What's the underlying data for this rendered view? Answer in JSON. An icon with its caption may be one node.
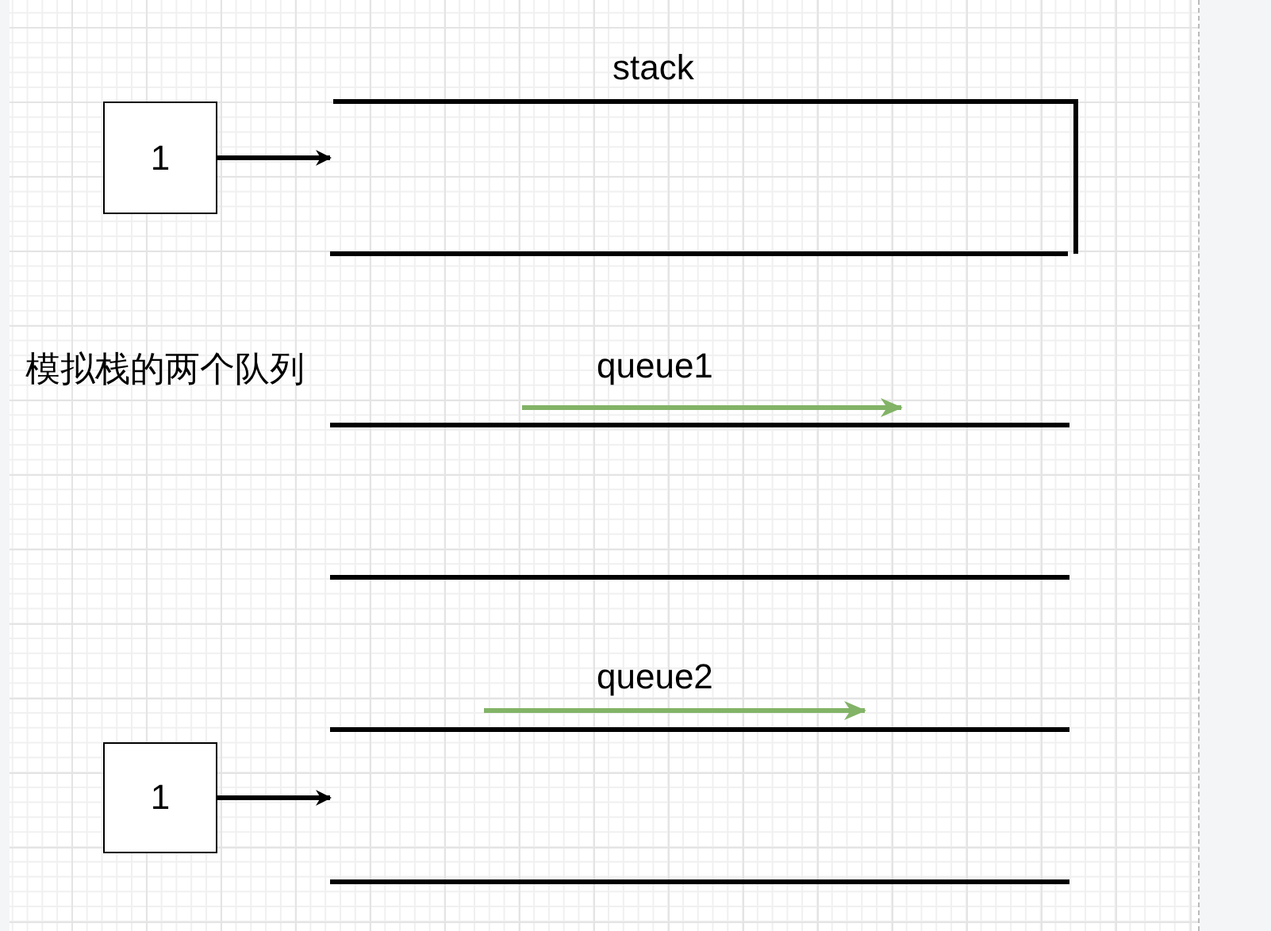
{
  "diagram": {
    "nodes": [
      {
        "text": [
          "1"
        ]
      },
      {
        "text": [
          "stack"
        ]
      },
      {
        "text": [
          "queue1"
        ]
      },
      {
        "text": [
          "1"
        ]
      },
      {
        "text": [
          "queue2"
        ]
      }
    ],
    "edges": [
      {
        "from": 0,
        "to": 1,
        "arrow": "to"
      },
      {
        "from": 3,
        "to": 4,
        "arrow": "to"
      }
    ],
    "labels": [
      "模拟栈的两个队列"
    ]
  }
}
